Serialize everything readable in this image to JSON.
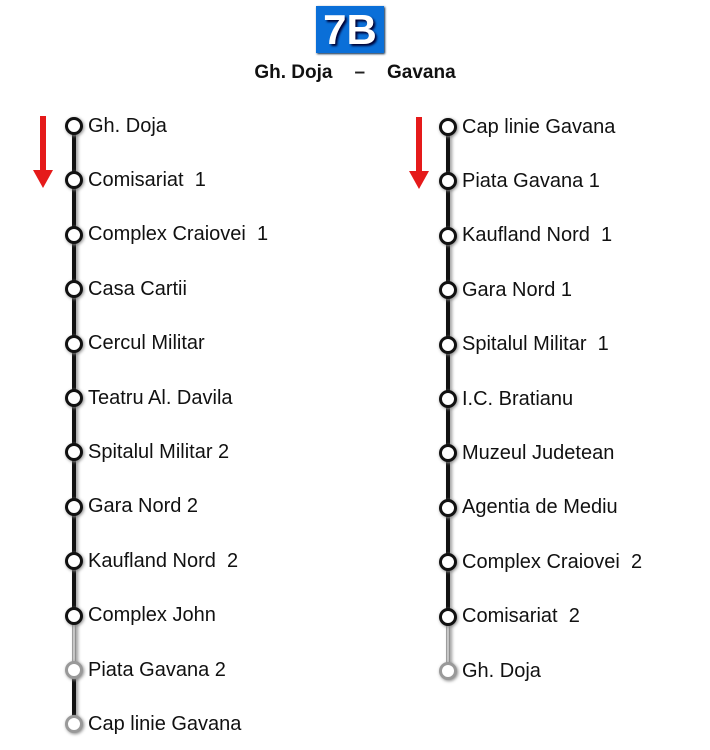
{
  "header": {
    "route_number": "7B",
    "from": "Gh. Doja",
    "separator": "–",
    "to": "Gavana",
    "badge_color": "#0a6fd8"
  },
  "directions": [
    {
      "stops": [
        {
          "name": "Gh. Doja",
          "active": true
        },
        {
          "name": "Comisariat  1",
          "active": true
        },
        {
          "name": "Complex Craiovei  1",
          "active": true
        },
        {
          "name": "Casa Cartii",
          "active": true
        },
        {
          "name": "Cercul Militar",
          "active": true
        },
        {
          "name": "Teatru Al. Davila",
          "active": true
        },
        {
          "name": "Spitalul Militar 2",
          "active": true
        },
        {
          "name": "Gara Nord 2",
          "active": true
        },
        {
          "name": "Kaufland Nord  2",
          "active": true
        },
        {
          "name": "Complex John",
          "active": true
        },
        {
          "name": "Piata Gavana 2",
          "active": false
        },
        {
          "name": "Cap linie Gavana",
          "active": false
        }
      ]
    },
    {
      "stops": [
        {
          "name": "Cap linie Gavana",
          "active": true
        },
        {
          "name": "Piata Gavana 1",
          "active": true
        },
        {
          "name": "Kaufland Nord  1",
          "active": true
        },
        {
          "name": "Gara Nord 1",
          "active": true
        },
        {
          "name": "Spitalul Militar  1",
          "active": true
        },
        {
          "name": "I.C. Bratianu",
          "active": true
        },
        {
          "name": "Muzeul Judetean",
          "active": true
        },
        {
          "name": "Agentia de Mediu",
          "active": true
        },
        {
          "name": "Complex Craiovei  2",
          "active": true
        },
        {
          "name": "Comisariat  2",
          "active": true
        },
        {
          "name": "Gh. Doja",
          "active": false
        }
      ]
    }
  ]
}
